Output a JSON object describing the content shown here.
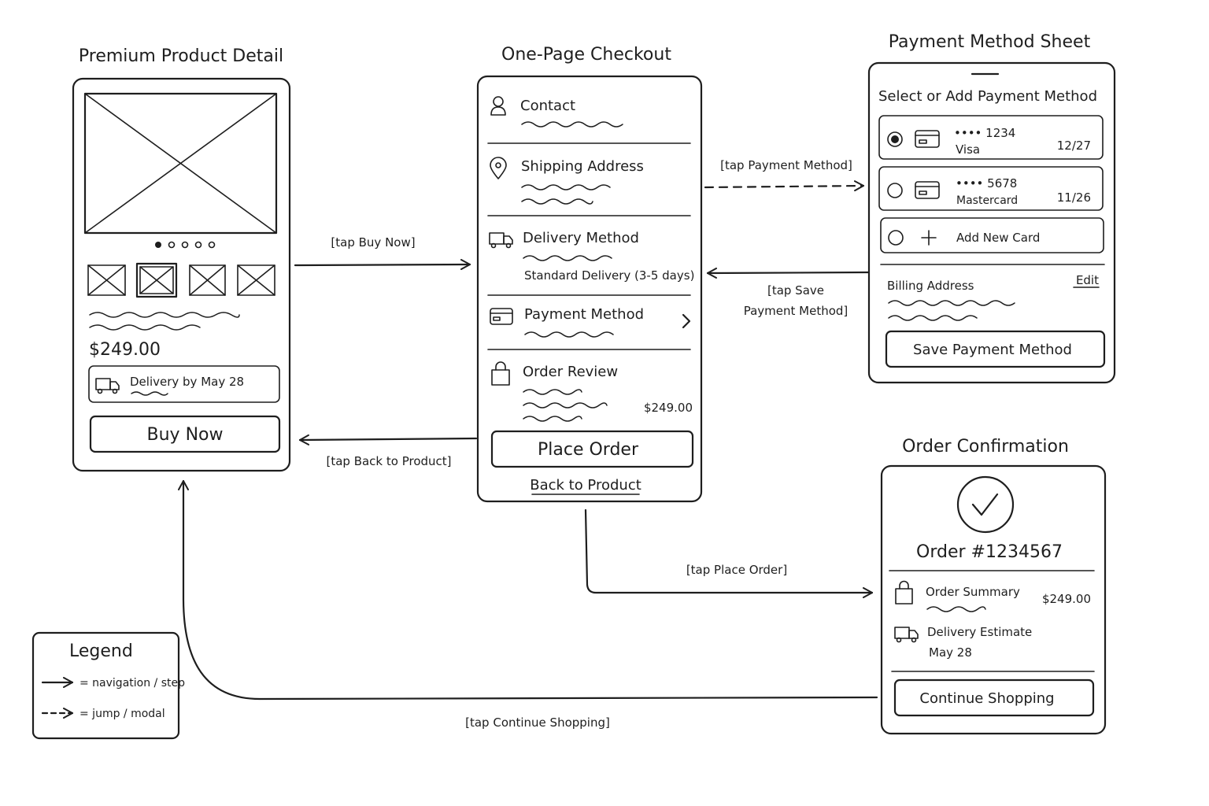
{
  "titles": {
    "product": "Premium Product Detail",
    "checkout": "One-Page Checkout",
    "sheet": "Payment Method Sheet",
    "confirmation": "Order Confirmation"
  },
  "product": {
    "price": "$249.00",
    "delivery": "Delivery by May 28",
    "buy_now": "Buy Now"
  },
  "checkout": {
    "contact": "Contact",
    "shipping": "Shipping Address",
    "delivery_method": "Delivery Method",
    "delivery_option": "Standard Delivery (3-5 days)",
    "payment": "Payment Method",
    "order_review": "Order Review",
    "review_total": "$249.00",
    "place_order": "Place Order",
    "back_to_product": "Back to Product"
  },
  "sheet": {
    "header": "Select or Add Payment Method",
    "cards": [
      {
        "number": "•••• 1234",
        "brand": "Visa",
        "expiry": "12/27"
      },
      {
        "number": "•••• 5678",
        "brand": "Mastercard",
        "expiry": "11/26"
      }
    ],
    "add_card": "Add New Card",
    "billing": "Billing Address",
    "edit": "Edit",
    "save": "Save Payment Method"
  },
  "confirmation": {
    "order_number": "Order #1234567",
    "summary": "Order Summary",
    "summary_total": "$249.00",
    "estimate": "Delivery Estimate",
    "estimate_date": "May 28",
    "continue": "Continue Shopping"
  },
  "transitions": {
    "buy_now": "[tap Buy Now]",
    "back_to_product": "[tap Back to Product]",
    "payment_method": "[tap Payment Method]",
    "save_payment_1": "[tap Save",
    "save_payment_2": "Payment Method]",
    "place_order": "[tap Place Order]",
    "continue_shopping": "[tap Continue Shopping]"
  },
  "legend": {
    "title": "Legend",
    "solid": "= navigation / step",
    "dashed": "= jump / modal"
  }
}
